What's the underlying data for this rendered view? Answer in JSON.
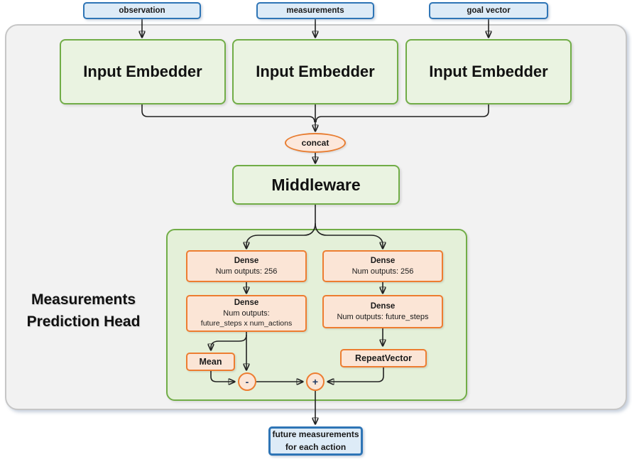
{
  "colors": {
    "green_border": "#71AD47",
    "green_fill": "#EAF3E1",
    "head_fill": "#E4F0D9",
    "orange_border": "#ED7D31",
    "orange_fill": "#FBE5D6",
    "blue_border": "#2E75B6",
    "blue_fill": "#DDEBF7",
    "gray_fill": "#F2F2F2",
    "gray_border": "#C6C6C6",
    "line": "#222222"
  },
  "inputs": [
    {
      "label": "observation"
    },
    {
      "label": "measurements"
    },
    {
      "label": "goal vector"
    }
  ],
  "embedders": [
    {
      "label": "Input Embedder"
    },
    {
      "label": "Input Embedder"
    },
    {
      "label": "Input Embedder"
    }
  ],
  "concat": {
    "label": "concat"
  },
  "middleware": {
    "label": "Middleware"
  },
  "head": {
    "title": "Measurements Prediction Head",
    "left": {
      "dense1_title": "Dense",
      "dense1_sub": "Num outputs: 256",
      "dense2_title": "Dense",
      "dense2_sub1": "Num outputs:",
      "dense2_sub2": "future_steps x num_actions",
      "mean": "Mean",
      "minus": "-"
    },
    "right": {
      "dense1_title": "Dense",
      "dense1_sub": "Num outputs: 256",
      "dense2_title": "Dense",
      "dense2_sub": "Num outputs: future_steps",
      "repeat": "RepeatVector",
      "plus": "+"
    }
  },
  "output": {
    "line1": "future measurements",
    "line2": "for each action"
  }
}
